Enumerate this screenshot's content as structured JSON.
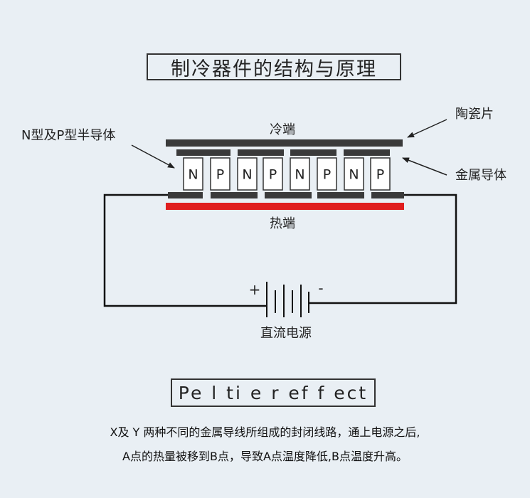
{
  "title": "制冷器件的结构与原理",
  "labels": {
    "cold_end": "冷端",
    "hot_end": "热端",
    "ceramic_plate": "陶瓷片",
    "metal_conductor": "金属导体",
    "semiconductor": "N型及P型半导体",
    "power_source": "直流电源",
    "plus": "+",
    "minus": "-"
  },
  "legs": [
    "N",
    "P",
    "N",
    "P",
    "N",
    "P",
    "N",
    "P"
  ],
  "colors": {
    "background": "#e9eff4",
    "plate": "#3a3a3a",
    "hot_plate": "#e01e1e",
    "wire": "#111111"
  },
  "effect_title": "Pe l ti e r ef f ect",
  "description": {
    "line1": "X及 Y 两种不同的金属导线所组成的封闭线路，通上电源之后,",
    "line2": "A点的热量被移到B点，导致A点温度降低,B点温度升高。"
  }
}
